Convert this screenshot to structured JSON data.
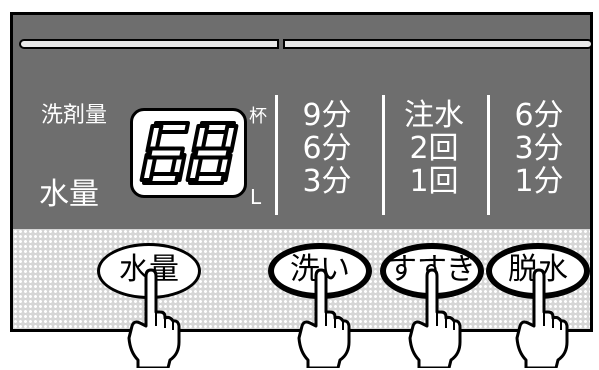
{
  "panel": {
    "detergent_label": "洗剤量",
    "water_label": "水量",
    "cup_unit": "杯",
    "liter_unit": "L",
    "display_value": "68"
  },
  "columns": [
    {
      "rows": [
        "9分",
        "6分",
        "3分"
      ]
    },
    {
      "rows": [
        "注水",
        "2回",
        "1回"
      ]
    },
    {
      "rows": [
        "6分",
        "3分",
        "1分"
      ]
    }
  ],
  "buttons": {
    "water": "水量",
    "wash": "洗い",
    "rinse": "すすぎ",
    "spin": "脱水"
  }
}
